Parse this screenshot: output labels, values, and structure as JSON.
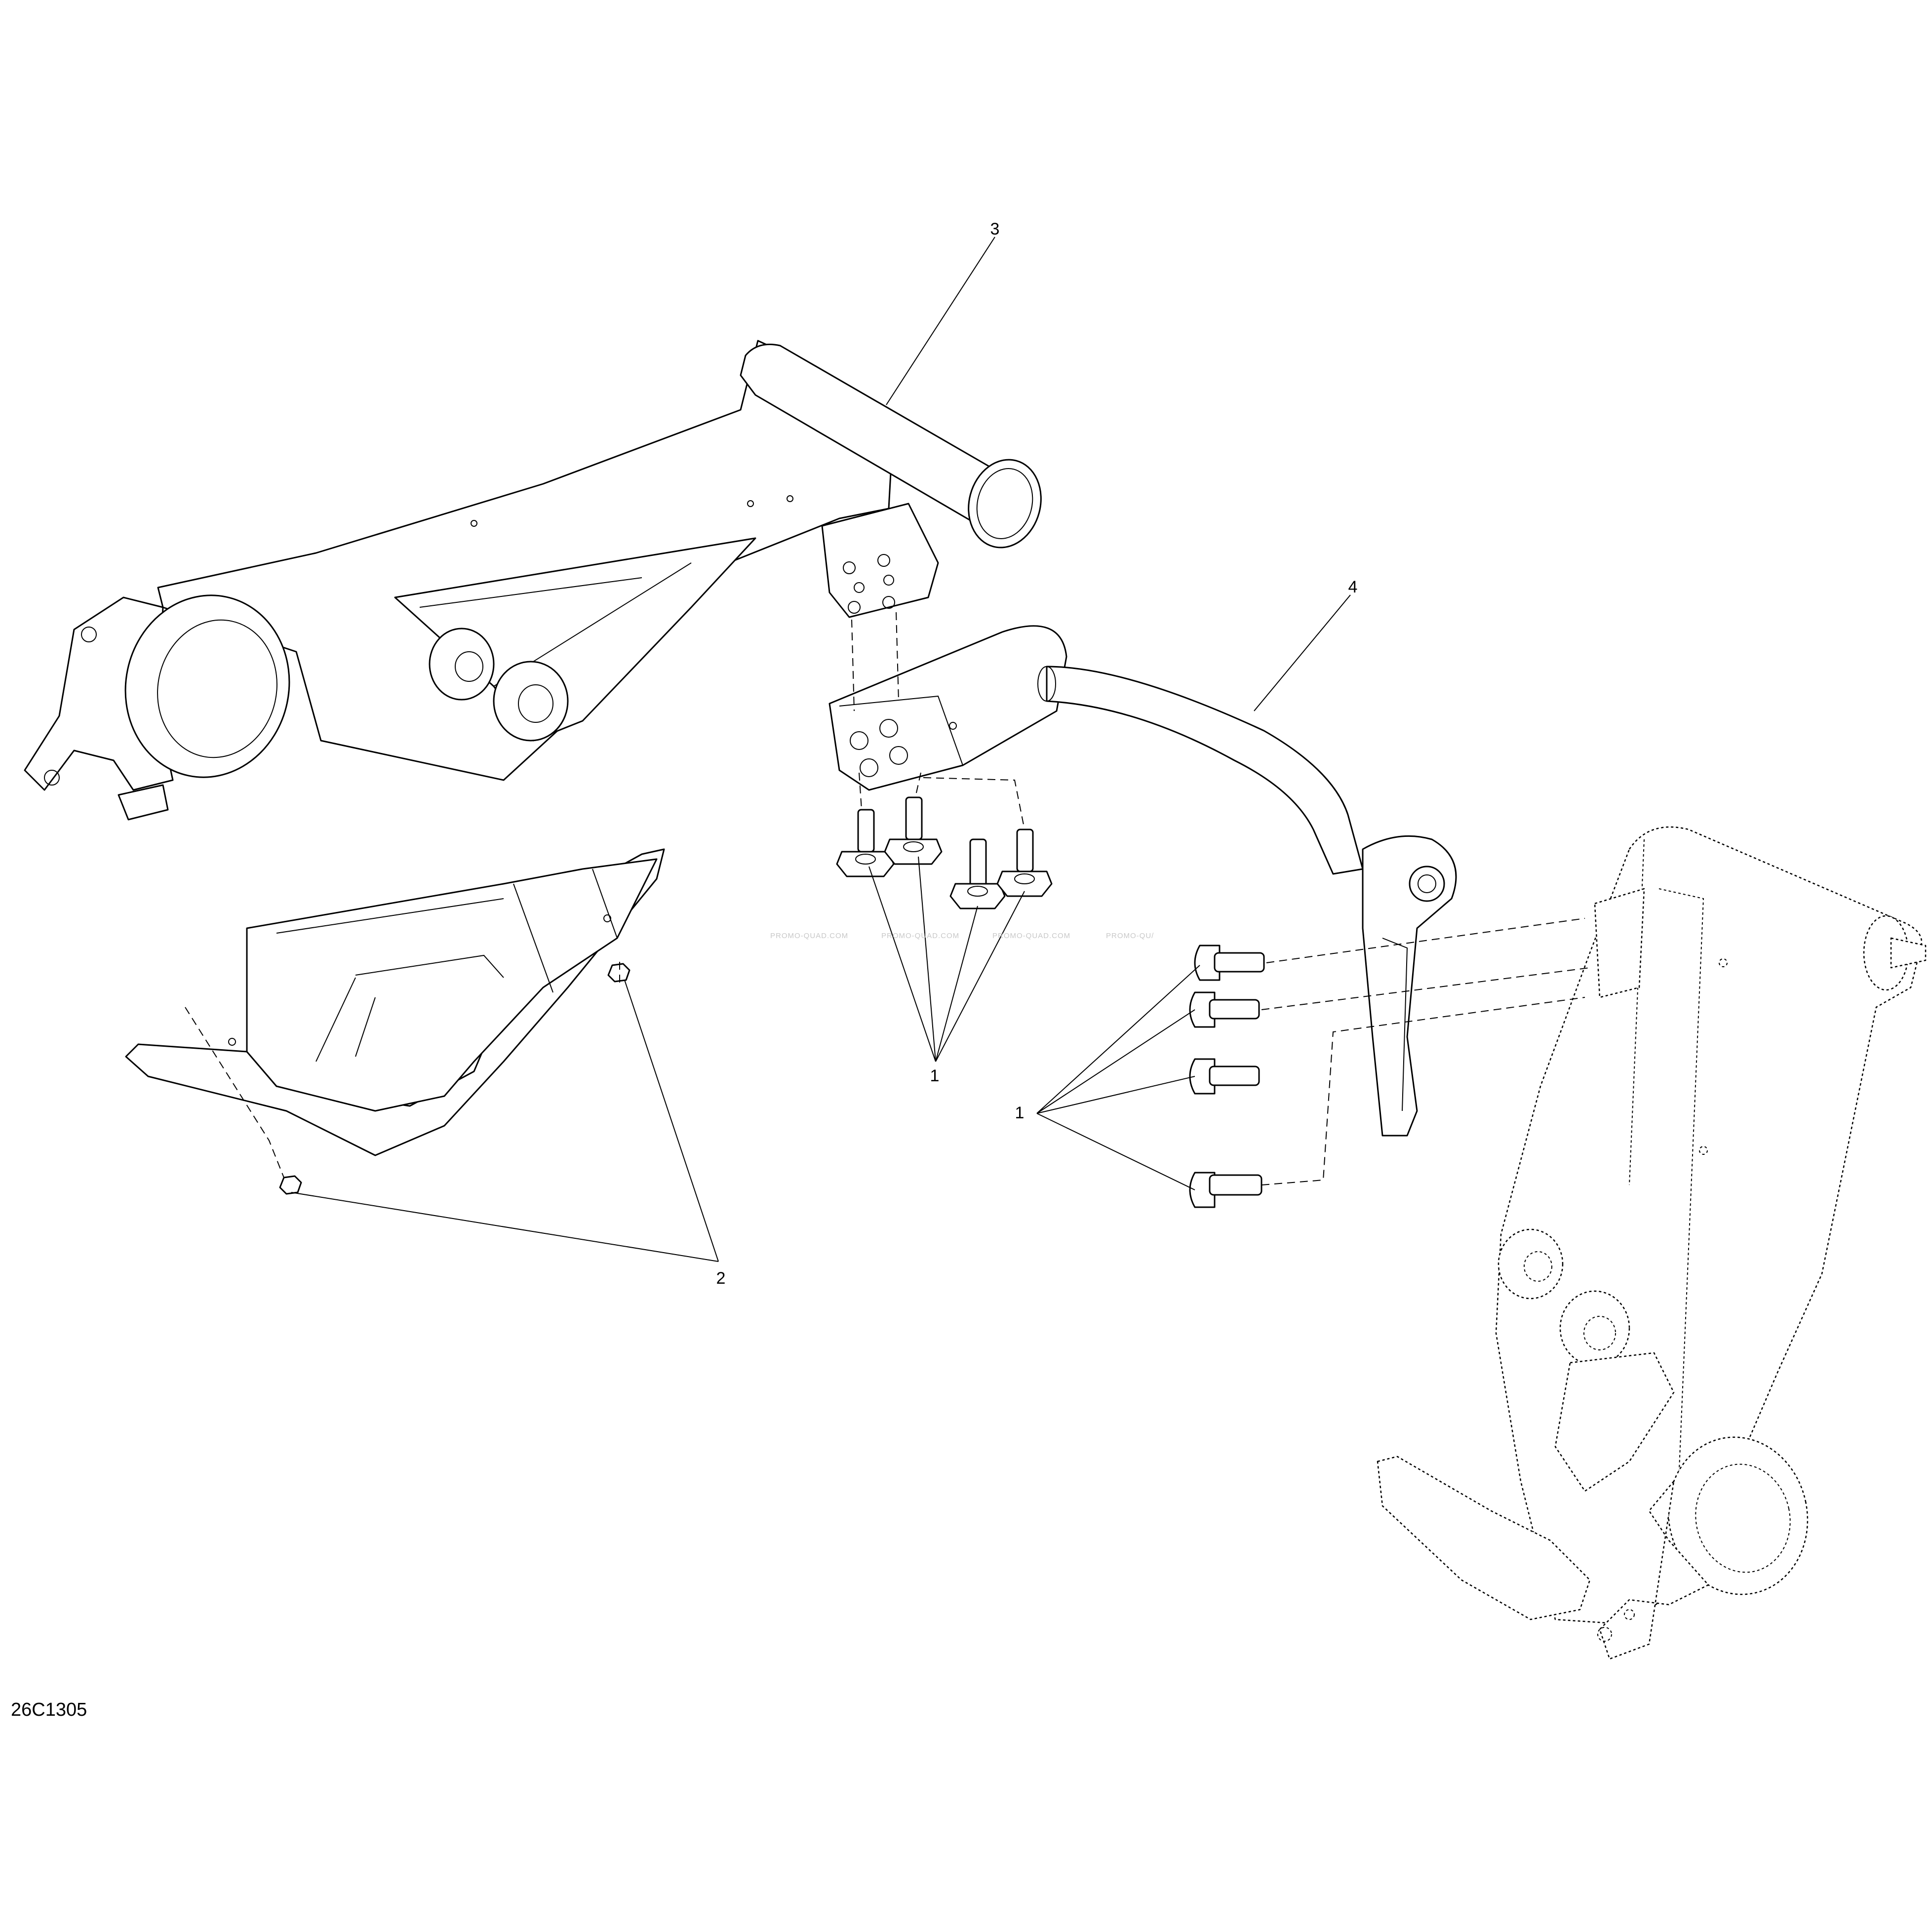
{
  "diagram": {
    "figure_code": "26C1305",
    "callouts": {
      "bolts_top": "1",
      "bolts_right": "1",
      "nuts": "2",
      "swing_arm": "3",
      "sway_bar": "4"
    },
    "watermarks": [
      "PROMO-QUAD.COM",
      "PROMO-QUAD.COM",
      "PROMO-QUAD.COM",
      "PROMO-QU/"
    ]
  }
}
